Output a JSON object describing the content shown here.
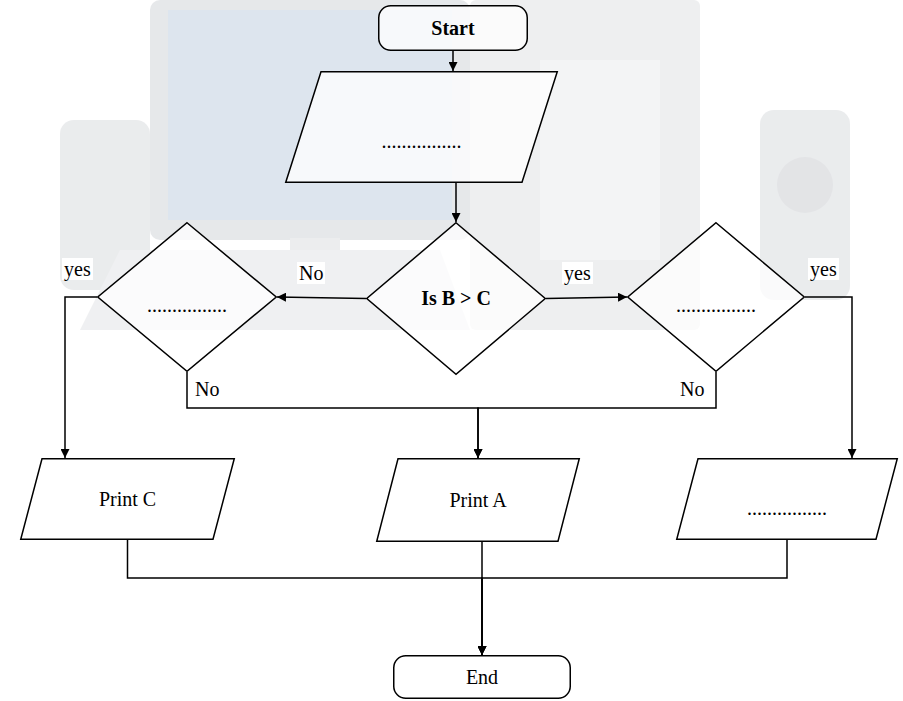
{
  "diagram": {
    "nodes": [
      {
        "text": [
          "Start"
        ]
      },
      {
        "text": [
          "................"
        ]
      },
      {
        "text": [
          "................"
        ]
      },
      {
        "text": [
          "Is B > C"
        ]
      },
      {
        "text": [
          "................"
        ]
      },
      {
        "text": [
          "Print C"
        ]
      },
      {
        "text": [
          "Print A"
        ]
      },
      {
        "text": [
          "................"
        ]
      },
      {
        "text": [
          "End"
        ]
      }
    ],
    "edges": [
      {
        "from": 0,
        "to": 1,
        "arrow": "to"
      },
      {
        "from": 1,
        "to": 3,
        "arrow": "to"
      },
      {
        "from": 3,
        "to": 2,
        "label": "No",
        "arrow": "to"
      },
      {
        "from": 3,
        "to": 4,
        "label": "yes",
        "arrow": "to"
      },
      {
        "from": 2,
        "to": 5,
        "label": "yes",
        "arrow": "to"
      },
      {
        "from": 2,
        "to": 6,
        "label": "No",
        "arrow": "to"
      },
      {
        "from": 4,
        "to": 6,
        "label": "No",
        "arrow": "to"
      },
      {
        "from": 4,
        "to": 7,
        "label": "yes",
        "arrow": "to"
      },
      {
        "from": 5,
        "to": 8,
        "arrow": "to"
      },
      {
        "from": 6,
        "to": 8,
        "arrow": "to"
      },
      {
        "from": 7,
        "to": 8,
        "arrow": "to"
      }
    ]
  }
}
